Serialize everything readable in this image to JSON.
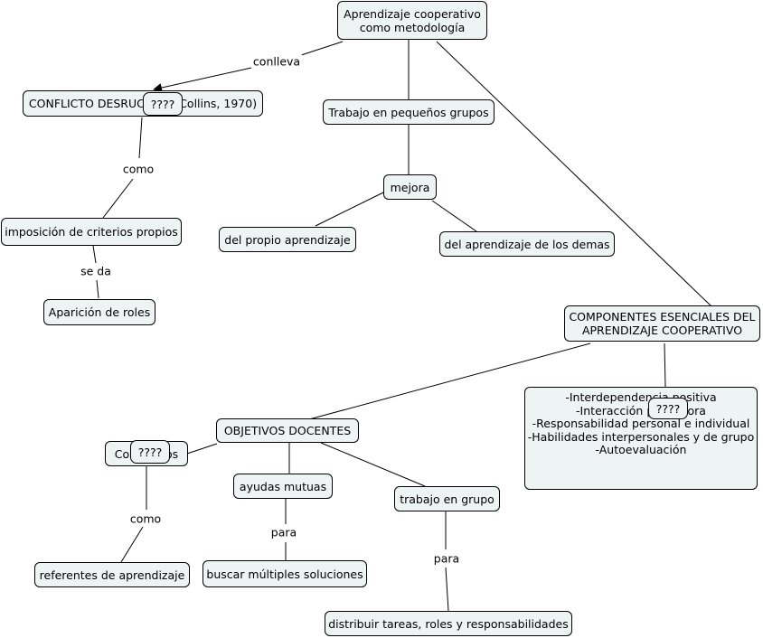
{
  "nodes": {
    "root": "Aprendizaje cooperativo\ncomo metodología",
    "conflicto": "CONFLICTO DESRUCTIVO (Collins, 1970)",
    "trabajo_grupos": "Trabajo en pequeños grupos",
    "imposicion": "imposición de criterios propios",
    "mejora": "mejora",
    "propio": "del propio aprendizaje",
    "demas": "del aprendizaje de los demas",
    "roles": "Aparición de roles",
    "componentes": "COMPONENTES ESENCIALES DEL\nAPRENDIZAJE COOPERATIVO",
    "componentes_list": "-Interdependencia positiva\n-Interacción promotora\n-Responsabilidad personal e individual\n-Habilidades interpersonales y de grupo\n-Autoevaluación",
    "objetivos": "OBJETIVOS DOCENTES",
    "contenidos": "Contenidos",
    "ayudas": "ayudas mutuas",
    "trabajo_en_grupo": "trabajo en grupo",
    "referentes": "referentes de aprendizaje",
    "buscar": "buscar múltiples soluciones",
    "distribuir": "distribuir tareas, roles y responsabilidades"
  },
  "link_labels": {
    "conlleva": "conlleva",
    "como_1": "como",
    "se_da": "se da",
    "como_2": "como",
    "para_1": "para",
    "para_2": "para"
  },
  "masks": {
    "mask_conflicto": "????",
    "mask_componentes": "????",
    "mask_contenidos": "????"
  }
}
